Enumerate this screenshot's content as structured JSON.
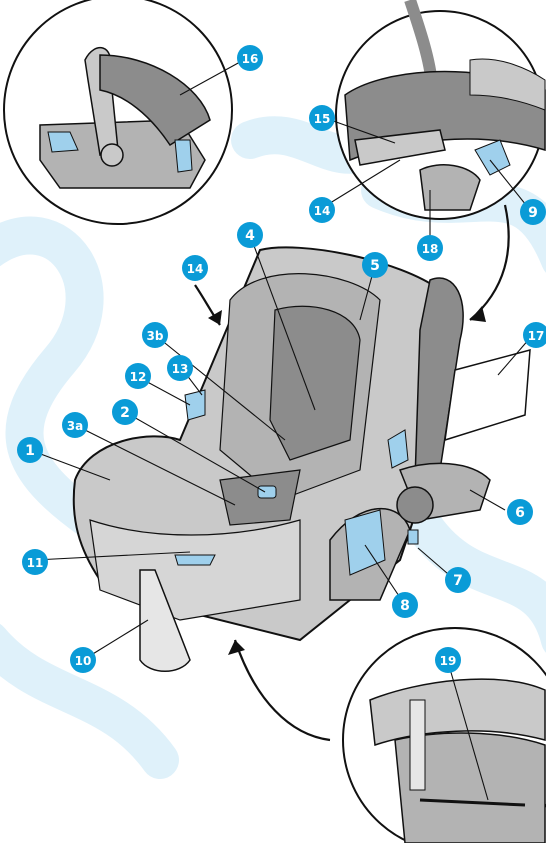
{
  "colors": {
    "badge": "#0a9bd7",
    "badge_text": "#ffffff",
    "line": "#111111",
    "watermark": "#dff1fa",
    "seat_light": "#c9c9c9",
    "seat_mid": "#b3b3b3",
    "seat_dark": "#8c8c8c",
    "accent_blue": "#9fd0ec"
  },
  "callouts": [
    {
      "id": "c1",
      "label": "1"
    },
    {
      "id": "c2",
      "label": "2"
    },
    {
      "id": "c3a",
      "label": "3a"
    },
    {
      "id": "c3b",
      "label": "3b"
    },
    {
      "id": "c4",
      "label": "4"
    },
    {
      "id": "c5",
      "label": "5"
    },
    {
      "id": "c6",
      "label": "6"
    },
    {
      "id": "c7",
      "label": "7"
    },
    {
      "id": "c8",
      "label": "8"
    },
    {
      "id": "c9",
      "label": "9"
    },
    {
      "id": "c10",
      "label": "10"
    },
    {
      "id": "c11",
      "label": "11"
    },
    {
      "id": "c12",
      "label": "12"
    },
    {
      "id": "c13",
      "label": "13"
    },
    {
      "id": "c14a",
      "label": "14"
    },
    {
      "id": "c14b",
      "label": "14"
    },
    {
      "id": "c15",
      "label": "15"
    },
    {
      "id": "c16",
      "label": "16"
    },
    {
      "id": "c17",
      "label": "17"
    },
    {
      "id": "c18",
      "label": "18"
    },
    {
      "id": "c19",
      "label": "19"
    }
  ]
}
